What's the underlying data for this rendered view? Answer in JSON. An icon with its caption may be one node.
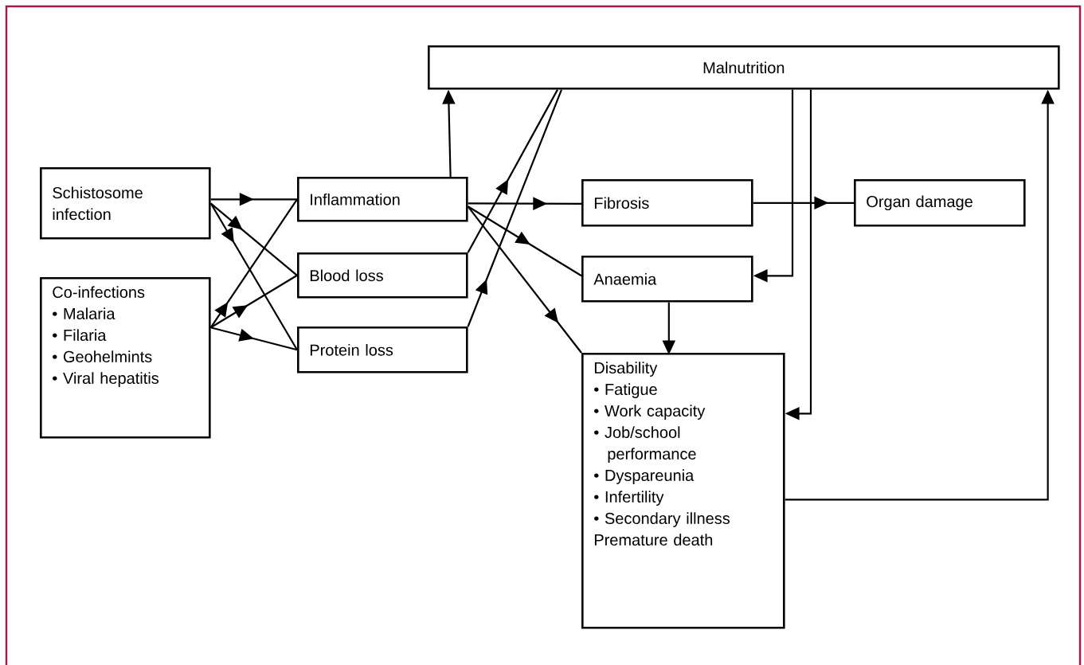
{
  "diagram": {
    "nodes": [
      {
        "text": [
          "Malnutrition"
        ]
      },
      {
        "text": [
          "Schistosome infection"
        ]
      },
      {
        "text": [
          "Co-infections",
          "• Malaria",
          "• Filaria",
          "• Geohelmints",
          "• Viral hepatitis"
        ]
      },
      {
        "text": [
          "Inflammation"
        ]
      },
      {
        "text": [
          "Blood loss"
        ]
      },
      {
        "text": [
          "Protein loss"
        ]
      },
      {
        "text": [
          "Fibrosis"
        ]
      },
      {
        "text": [
          "Organ damage"
        ]
      },
      {
        "text": [
          "Anaemia"
        ]
      },
      {
        "text": [
          "Disability",
          "• Fatigue",
          "• Work capacity",
          "• Job/school performance",
          "• Dyspareunia",
          "• Infertility",
          "• Secondary illness",
          "Premature death"
        ]
      }
    ],
    "edges": [
      {
        "from": 1,
        "to": 3,
        "arrow": "to"
      },
      {
        "from": 1,
        "to": 4,
        "arrow": "to"
      },
      {
        "from": 1,
        "to": 5,
        "arrow": "to"
      },
      {
        "from": 2,
        "to": 3,
        "arrow": "to"
      },
      {
        "from": 2,
        "to": 4,
        "arrow": "to"
      },
      {
        "from": 2,
        "to": 5,
        "arrow": "to"
      },
      {
        "from": 3,
        "to": 0,
        "arrow": "to"
      },
      {
        "from": 4,
        "to": 0,
        "arrow": "to"
      },
      {
        "from": 5,
        "to": 0,
        "arrow": "to"
      },
      {
        "from": 3,
        "to": 6,
        "arrow": "to"
      },
      {
        "from": 3,
        "to": 8,
        "arrow": "to"
      },
      {
        "from": 3,
        "to": 9,
        "arrow": "to"
      },
      {
        "from": 6,
        "to": 7,
        "arrow": "to"
      },
      {
        "from": 0,
        "to": 8,
        "arrow": "to"
      },
      {
        "from": 0,
        "to": 9,
        "arrow": "to"
      },
      {
        "from": 8,
        "to": 9,
        "arrow": "to"
      },
      {
        "from": 9,
        "to": 0,
        "arrow": "to"
      }
    ]
  }
}
